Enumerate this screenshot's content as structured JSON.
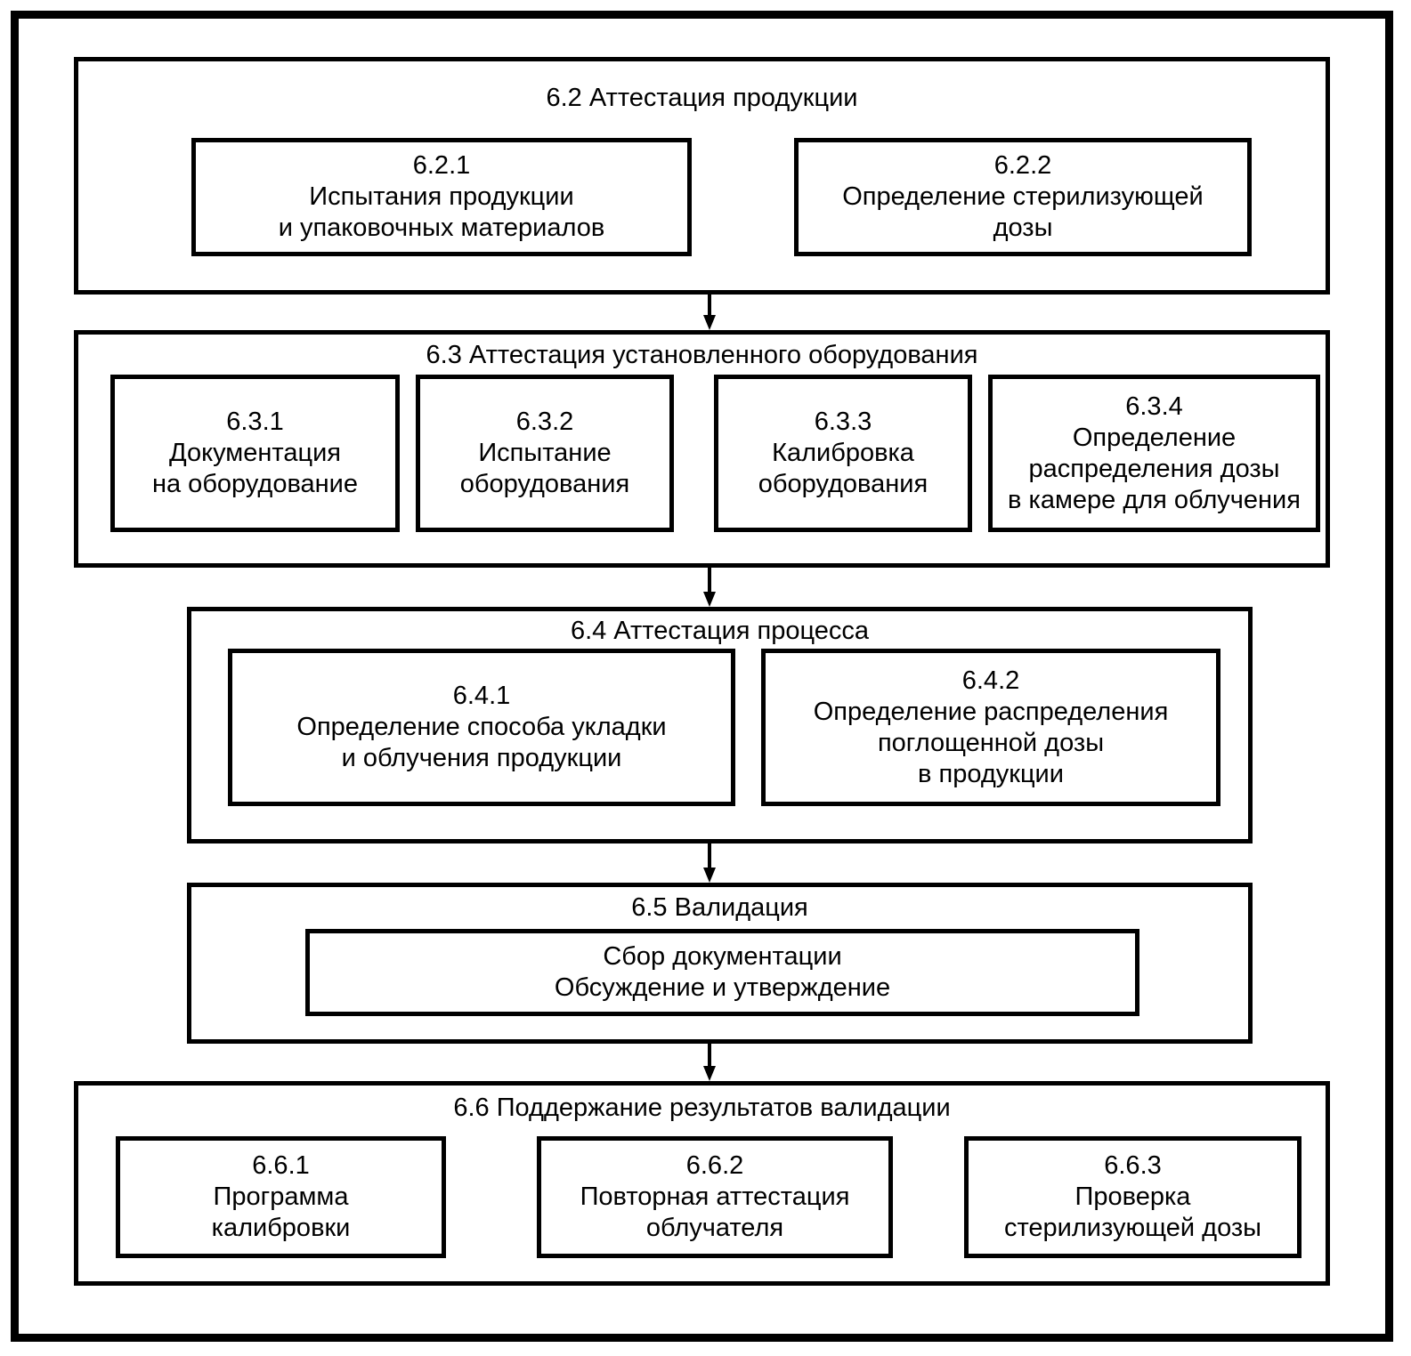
{
  "s62": {
    "title": "6.2 Аттестация продукции",
    "b1": {
      "num": "6.2.1",
      "l1": "Испытания продукции",
      "l2": "и упаковочных материалов"
    },
    "b2": {
      "num": "6.2.2",
      "l1": "Определение стерилизующей",
      "l2": "дозы"
    }
  },
  "s63": {
    "title": "6.3 Аттестация установленного оборудования",
    "b1": {
      "num": "6.3.1",
      "l1": "Документация",
      "l2": "на оборудование"
    },
    "b2": {
      "num": "6.3.2",
      "l1": "Испытание",
      "l2": "оборудования"
    },
    "b3": {
      "num": "6.3.3",
      "l1": "Калибровка",
      "l2": "оборудования"
    },
    "b4": {
      "num": "6.3.4",
      "l1": "Определение",
      "l2": "распределения дозы",
      "l3": "в камере для облучения"
    }
  },
  "s64": {
    "title": "6.4 Аттестация процесса",
    "b1": {
      "num": "6.4.1",
      "l1": "Определение способа укладки",
      "l2": "и облучения продукции"
    },
    "b2": {
      "num": "6.4.2",
      "l1": "Определение распределения",
      "l2": "поглощенной дозы",
      "l3": "в продукции"
    }
  },
  "s65": {
    "title": "6.5 Валидация",
    "b1": {
      "l1": "Сбор документации",
      "l2": "Обсуждение и утверждение"
    }
  },
  "s66": {
    "title": "6.6 Поддержание результатов валидации",
    "b1": {
      "num": "6.6.1",
      "l1": "Программа",
      "l2": "калибровки"
    },
    "b2": {
      "num": "6.6.2",
      "l1": "Повторная аттестация",
      "l2": "облучателя"
    },
    "b3": {
      "num": "6.6.3",
      "l1": "Проверка",
      "l2": "стерилизующей дозы"
    }
  }
}
